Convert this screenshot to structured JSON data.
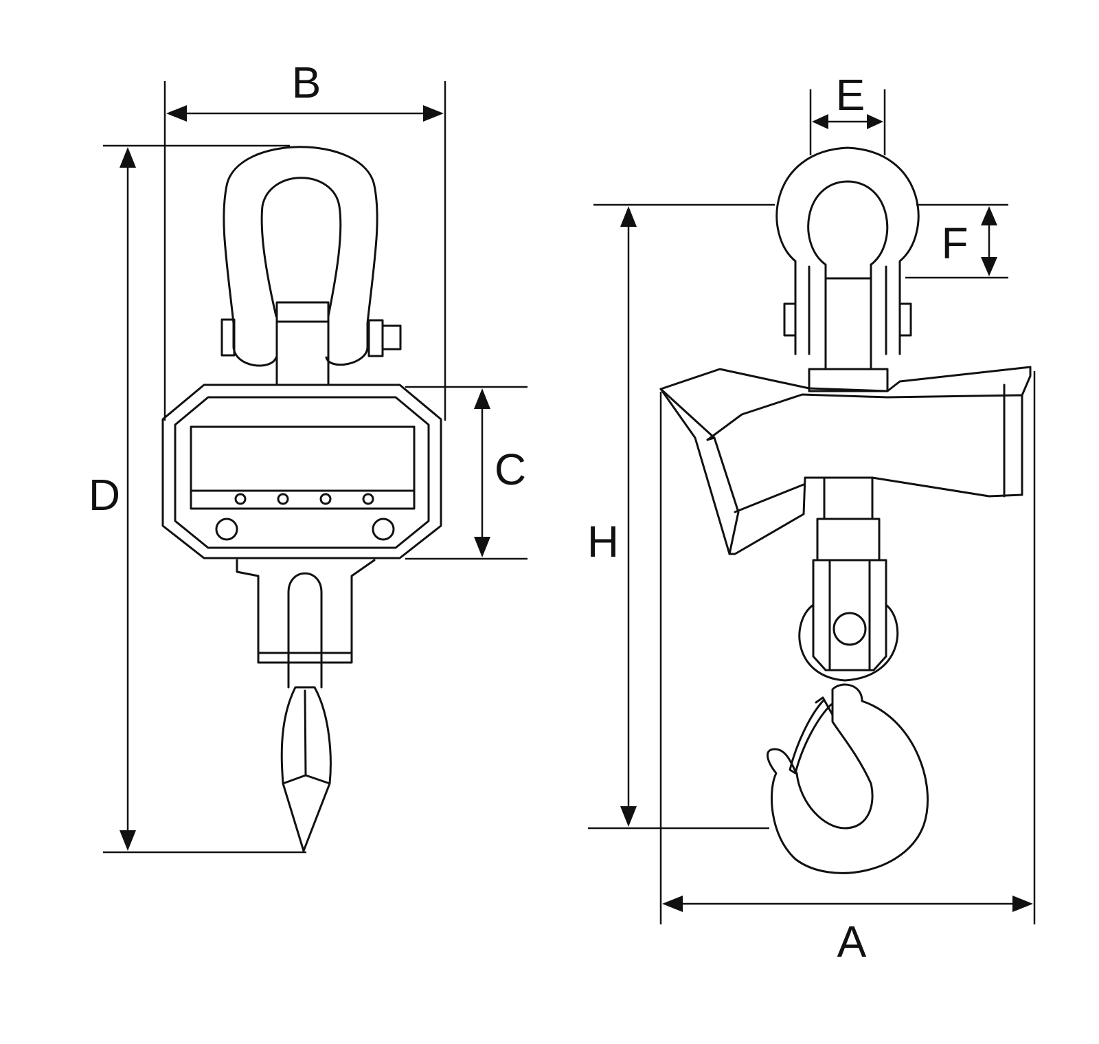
{
  "figure": {
    "front_view": {
      "dimension_labels": {
        "width": "B",
        "body_height": "C",
        "total_height": "D"
      }
    },
    "side_view": {
      "dimension_labels": {
        "length": "A",
        "shackle_width": "E",
        "shackle_opening": "F",
        "height": "H"
      }
    },
    "colors": {
      "line": "#111111",
      "background": "#ffffff"
    }
  }
}
